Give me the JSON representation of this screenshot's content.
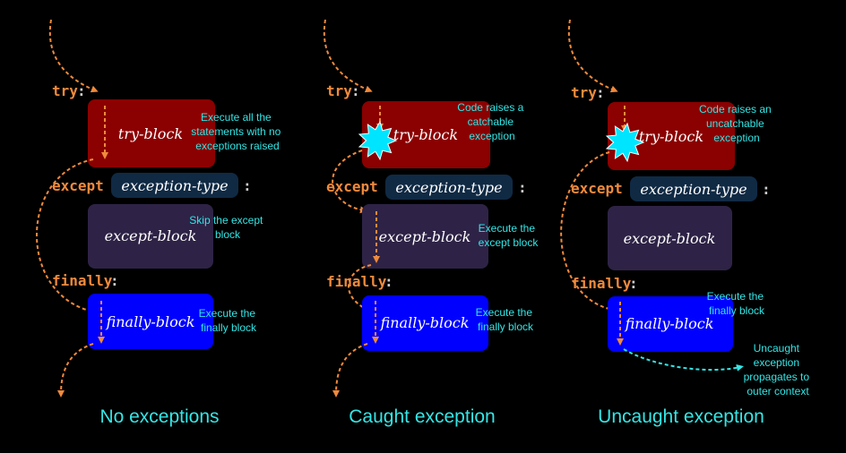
{
  "colors": {
    "background": "#000000",
    "keyword": "#f08a3c",
    "try_block": "#8b0000",
    "except_type": "#102a44",
    "except_block": "#2e2346",
    "finally_block": "#0000ff",
    "note_text": "#33e6e6",
    "flow_arrow": "#f08a3c",
    "propagate_arrow": "#33e6e6"
  },
  "keywords": {
    "try": "try",
    "except": "except",
    "finally": "finally",
    "colon": ":"
  },
  "blocks": {
    "try_block": "try-block",
    "exception_type": "exception-type",
    "except_block": "except-block",
    "finally_block": "finally-block"
  },
  "panels": [
    {
      "caption": "No exceptions",
      "notes": {
        "try": [
          "Execute all the",
          "statements with no",
          "exceptions raised"
        ],
        "except": [
          "Skip the except",
          "block"
        ],
        "finally": [
          "Execute the",
          "finally block"
        ]
      }
    },
    {
      "caption": "Caught exception",
      "notes": {
        "try": [
          "Code raises a",
          "catchable",
          "exception"
        ],
        "except": [
          "Execute the",
          "except block"
        ],
        "finally": [
          "Execute the",
          "finally block"
        ]
      }
    },
    {
      "caption": "Uncaught exception",
      "notes": {
        "try": [
          "Code raises an",
          "uncatchable",
          "exception"
        ],
        "finally": [
          "Execute the",
          "finally block"
        ],
        "propagate": [
          "Uncaught",
          "exception",
          "propagates to",
          "outer context"
        ]
      }
    }
  ]
}
